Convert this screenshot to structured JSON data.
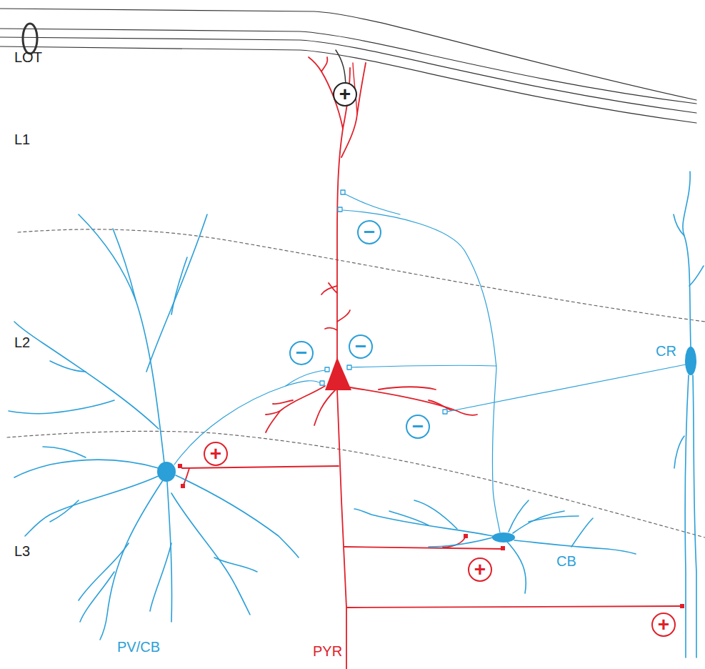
{
  "diagram": {
    "nodes": [
      {
        "text": [
          "+"
        ]
      },
      {
        "text": [
          "−"
        ]
      },
      {
        "text": [
          "−"
        ]
      },
      {
        "text": [
          "−"
        ]
      },
      {
        "text": [
          "−"
        ]
      },
      {
        "text": [
          "+"
        ]
      },
      {
        "text": [
          "+"
        ]
      },
      {
        "text": [
          "+"
        ]
      }
    ],
    "labels": [
      "LOT",
      "L1",
      "L2",
      "L3",
      "CR",
      "CB",
      "PV/CB",
      "PYR"
    ]
  }
}
